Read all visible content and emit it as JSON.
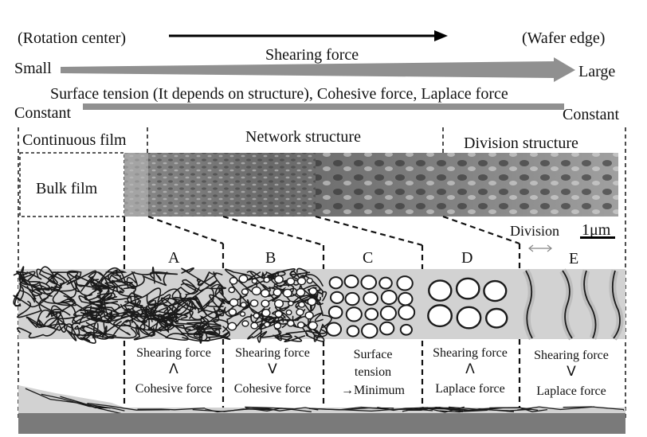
{
  "top": {
    "rotation_center": "(Rotation center)",
    "wafer_edge": "(Wafer edge)",
    "small": "Small",
    "large": "Large",
    "shearing_force": "Shearing force",
    "surface_tension_line": "Surface tension (It depends on structure), Cohesive force, Laplace force",
    "constant_left": "Constant",
    "constant_right": "Constant"
  },
  "regions": {
    "continuous": "Continuous film",
    "network": "Network structure",
    "division": "Division structure",
    "bulk": "Bulk film"
  },
  "scale": {
    "label": "1μm"
  },
  "division_label": "Division",
  "zones": {
    "A": {
      "label": "A",
      "line1": "Shearing force",
      "relation": "ᐱ",
      "line2": "Cohesive force"
    },
    "B": {
      "label": "B",
      "line1": "Shearing force",
      "relation": "ᐯ",
      "line2": "Cohesive force"
    },
    "C": {
      "label": "C",
      "line1": "Surface",
      "line2": "tension",
      "line3": "→Minimum"
    },
    "D": {
      "label": "D",
      "line1": "Shearing force",
      "relation": "ᐱ",
      "line2": "Laplace force"
    },
    "E": {
      "label": "E",
      "line1": "Shearing force",
      "relation": "ᐯ",
      "line2": "Laplace force"
    }
  },
  "colors": {
    "gray_band": "#d2d2d2",
    "arrow_gray": "#909090",
    "substrate": "#7a7a7a",
    "fiber": "#1a1a1a"
  }
}
